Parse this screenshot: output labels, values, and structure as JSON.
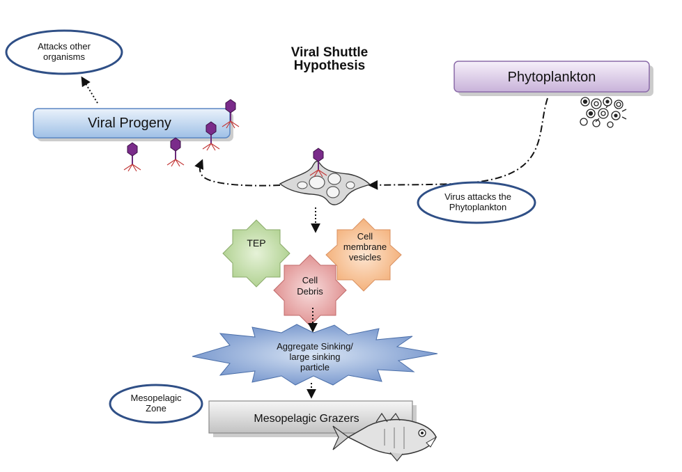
{
  "title": {
    "line1": "Viral Shuttle",
    "line2": "Hypothesis"
  },
  "labels": {
    "attacks_other": [
      "Attacks other",
      "organisms"
    ],
    "viral_progeny": "Viral Progeny",
    "phytoplankton": "Phytoplankton",
    "virus_attacks": [
      "Virus attacks the",
      "Phytoplankton"
    ],
    "tep": "TEP",
    "cell_membrane": [
      "Cell",
      "membrane",
      "vesicles"
    ],
    "cell_debris": [
      "Cell",
      "Debris"
    ],
    "aggregate": [
      "Aggregate Sinking/",
      "large sinking",
      "particle"
    ],
    "mesopelagic_zone": [
      "Mesopelagic",
      "Zone"
    ],
    "mesopelagic_grazers": "Mesopelagic Grazers"
  },
  "colors": {
    "ellipse_stroke": "#2f4f86",
    "viral_box_top": "#eaf2fb",
    "viral_box_bottom": "#9fc0e6",
    "phyto_box_top": "#f6f0fa",
    "phyto_box_bottom": "#c8b2d9",
    "tep_fill": "#b9d79a",
    "membrane_fill": "#f7bf8f",
    "debris_fill": "#e8a0a0",
    "aggregate_fill": "#7f9fd0",
    "grazers_top": "#f3f3f3",
    "grazers_bottom": "#c6c6c6",
    "virus_color": "#7a2b8a"
  },
  "icons": [
    "virus-icon",
    "diatom-icon",
    "phytoplankton-cells-icon",
    "fish-icon"
  ]
}
